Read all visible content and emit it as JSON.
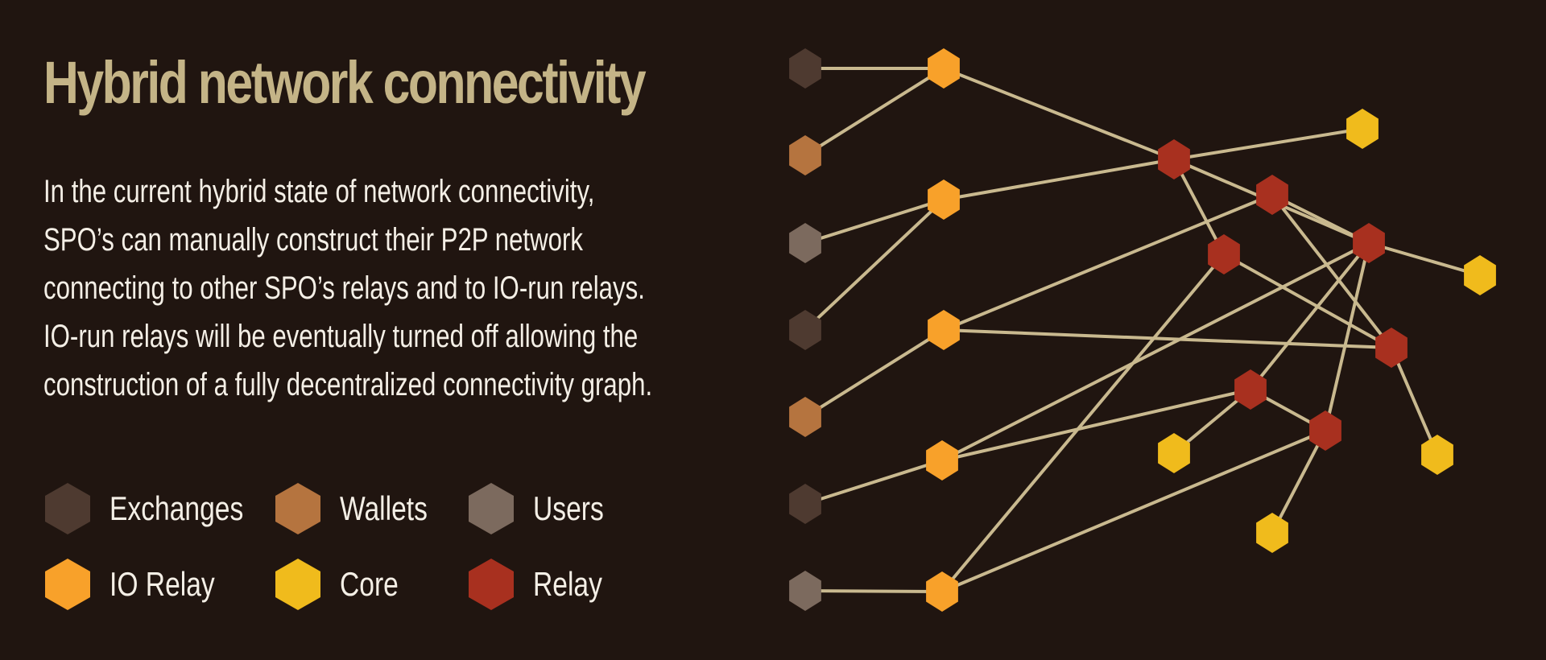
{
  "title": "Hybrid network connectivity",
  "description": [
    "In the current hybrid state of network connectivity,",
    "SPO’s can manually construct their P2P network",
    "connecting to other SPO’s relays and to IO-run relays.",
    "IO-run relays will be eventually turned off allowing the",
    "construction of a fully decentralized connectivity graph."
  ],
  "colors": {
    "background": "#201510",
    "title": "#c4b487",
    "text": "#f4efe6",
    "edge": "#c9b98f",
    "exchanges": "#4e3a30",
    "wallets": "#b5743f",
    "users": "#7c6a5e",
    "io_relay": "#f8a12a",
    "core": "#f0bb1c",
    "relay": "#a8301f"
  },
  "legend": [
    {
      "label": "Exchanges",
      "type": "exchanges"
    },
    {
      "label": "Wallets",
      "type": "wallets"
    },
    {
      "label": "Users",
      "type": "users"
    },
    {
      "label": "IO Relay",
      "type": "io_relay"
    },
    {
      "label": "Core",
      "type": "core"
    },
    {
      "label": "Relay",
      "type": "relay"
    }
  ]
}
